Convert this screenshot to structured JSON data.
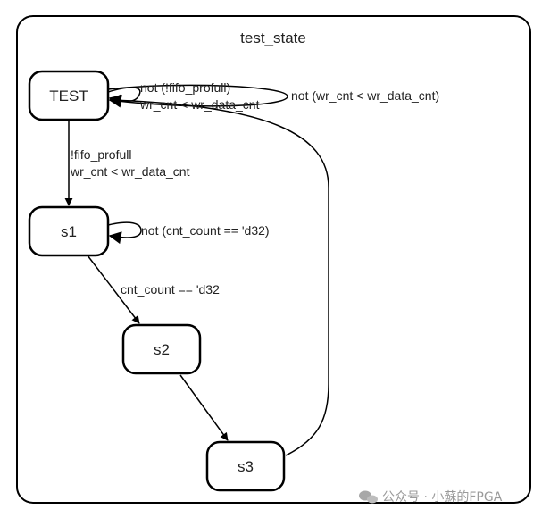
{
  "container": {
    "title": "test_state"
  },
  "states": {
    "test": "TEST",
    "s1": "s1",
    "s2": "s2",
    "s3": "s3"
  },
  "transitions": {
    "test_self_inner": [
      "not (!fifo_profull)",
      "wr_cnt < wr_data_cnt"
    ],
    "test_self_outer": "not (wr_cnt < wr_data_cnt)",
    "test_to_s1": [
      "!fifo_profull",
      "wr_cnt < wr_data_cnt"
    ],
    "s1_self": "not (cnt_count == 'd32)",
    "s1_to_s2": "cnt_count == 'd32"
  },
  "watermark": {
    "text": "公众号 · 小蘇的FPGA"
  },
  "colors": {
    "stroke": "#000000",
    "text": "#222222",
    "watermark": "#9a9a9a"
  }
}
